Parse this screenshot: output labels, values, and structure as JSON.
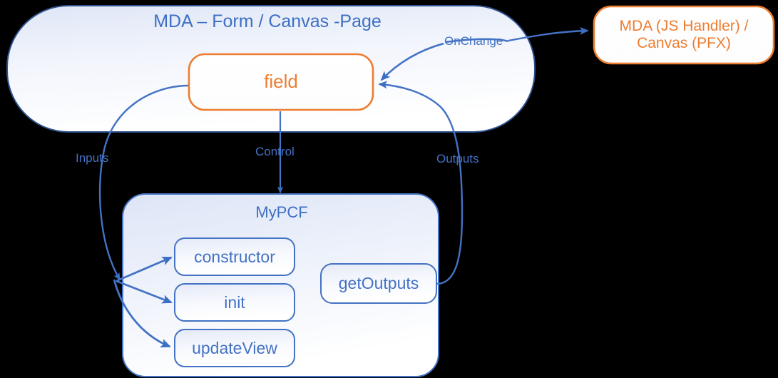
{
  "diagram": {
    "type": "architecture-flow",
    "background": "#000000",
    "colors": {
      "blue_stroke": "#4472C4",
      "dark_blue_stroke": "#2F528F",
      "orange_stroke": "#ED7D31",
      "blue_text": "#4472C4",
      "orange_text": "#ED7D31"
    },
    "containers": [
      {
        "id": "mda-page",
        "title": "MDA – Form / Canvas -Page",
        "border": "#2F528F",
        "fill": "#f4f7fd"
      },
      {
        "id": "mypcf",
        "title": "MyPCF",
        "border": "#4472C4",
        "fill": "#eff3fb"
      }
    ],
    "nodes": [
      {
        "id": "field",
        "label": "field",
        "border": "#ED7D31",
        "text_color": "#ED7D31"
      },
      {
        "id": "handler",
        "label_line1": "MDA (JS Handler) /",
        "label_line2": "Canvas (PFX)",
        "border": "#ED7D31",
        "text_color": "#ED7D31"
      },
      {
        "id": "constructor",
        "label": "constructor",
        "border": "#4472C4",
        "text_color": "#4472C4"
      },
      {
        "id": "init",
        "label": "init",
        "border": "#4472C4",
        "text_color": "#4472C4"
      },
      {
        "id": "updateview",
        "label": "updateView",
        "border": "#4472C4",
        "text_color": "#4472C4"
      },
      {
        "id": "getoutputs",
        "label": "getOutputs",
        "border": "#4472C4",
        "text_color": "#4472C4"
      }
    ],
    "edges": [
      {
        "id": "inputs",
        "label": "Inputs",
        "from": "field",
        "to": [
          "constructor",
          "init",
          "updateview"
        ]
      },
      {
        "id": "control",
        "label": "Control",
        "from": "field",
        "to": "mypcf"
      },
      {
        "id": "outputs",
        "label": "Outputs",
        "from": "getoutputs",
        "to": "field"
      },
      {
        "id": "onchange",
        "label": "OnChange",
        "from": "field",
        "to": "handler"
      }
    ]
  }
}
